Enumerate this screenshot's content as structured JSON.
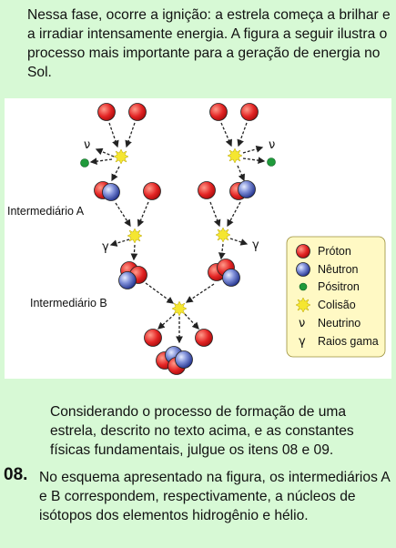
{
  "intro": "Nessa fase, ocorre a ignição: a estrela começa a brilhar e a irradiar intensamente energia. A figura a seguir ilustra o processo mais importante para a geração de energia no Sol.",
  "figure": {
    "label_a": "Intermediário A",
    "label_b": "Intermediário B",
    "neutrino_symbol": "ν",
    "gamma_symbol": "γ",
    "legend": [
      {
        "name": "proton",
        "label": "Próton"
      },
      {
        "name": "neutron",
        "label": "Nêutron"
      },
      {
        "name": "positron",
        "label": "Pósitron"
      },
      {
        "name": "collision",
        "label": "Colisão"
      },
      {
        "name": "neutrino",
        "symbol": "ν",
        "label": "Neutrino"
      },
      {
        "name": "gamma",
        "symbol": "γ",
        "label": "Raios gama"
      }
    ],
    "colors": {
      "proton": "#e32424",
      "neutron": "#2a3e9e",
      "positron": "#1f9a3b",
      "collision": "#f5e630"
    }
  },
  "context": "Considerando o processo de formação de uma estrela, descrito no texto acima, e as constantes físicas fundamentais, julgue os itens 08 e 09.",
  "question": {
    "number": "08.",
    "text": "No esquema apresentado na figura, os intermediários A e B correspondem, respectivamente, a núcleos de isótopos dos elementos hidrogênio e hélio."
  }
}
